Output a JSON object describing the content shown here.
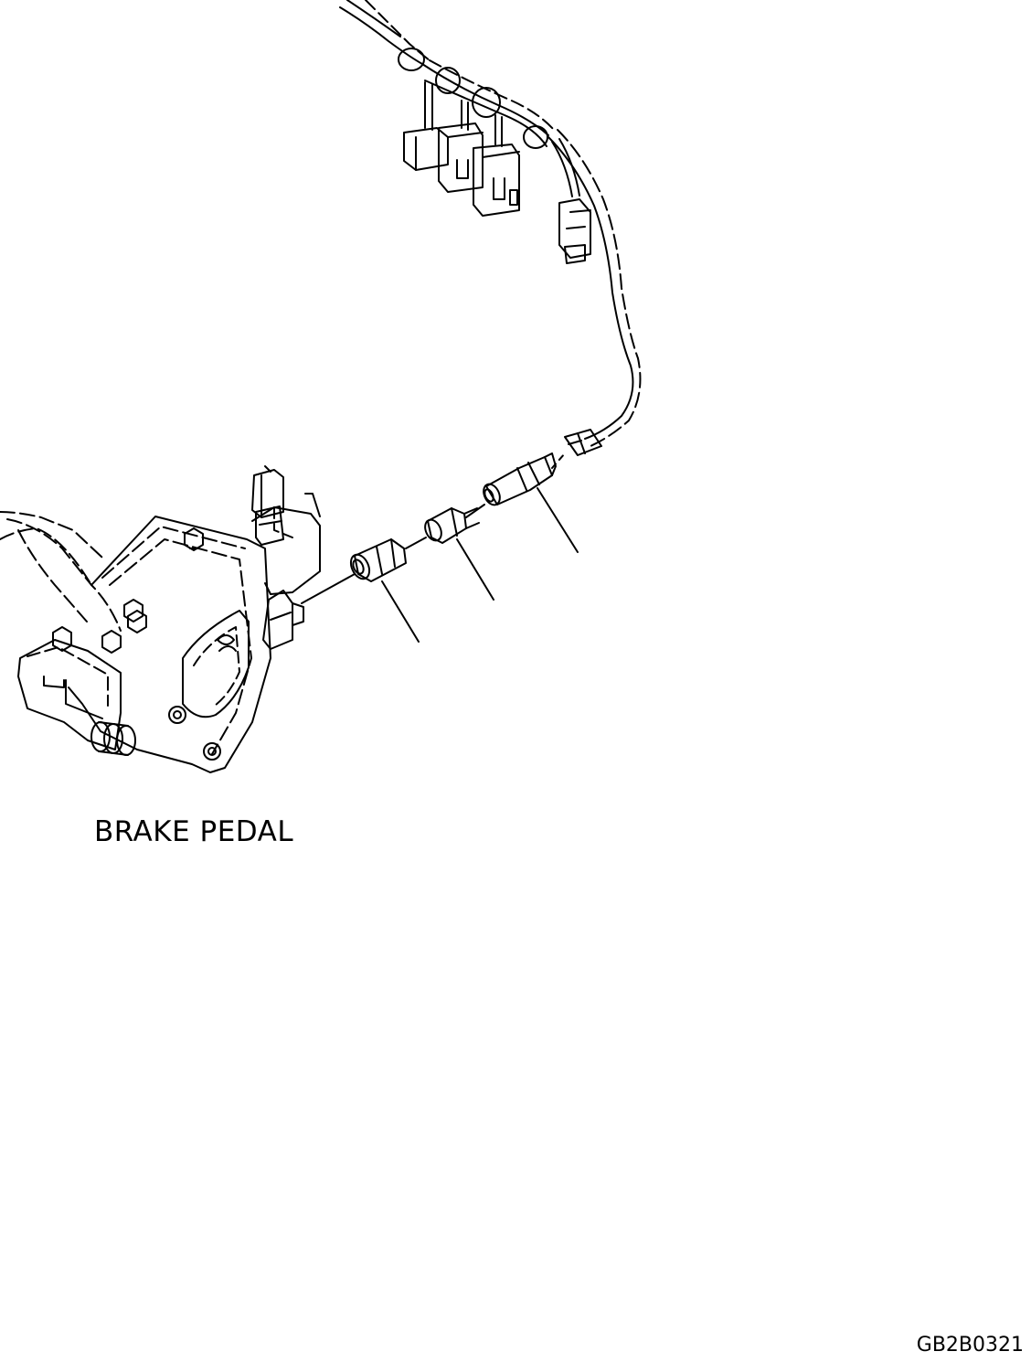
{
  "labels": {
    "assembly": "BRAKE PEDAL",
    "drawing_code": "GB2B0321"
  },
  "style": {
    "line_color": "#000000",
    "background": "#ffffff"
  },
  "parts": [
    {
      "name": "brake-pedal-assembly"
    },
    {
      "name": "pressure-switch"
    },
    {
      "name": "adapter-fitting"
    },
    {
      "name": "tee-fitting"
    },
    {
      "name": "wiring-harness"
    },
    {
      "name": "harness-connector"
    }
  ]
}
